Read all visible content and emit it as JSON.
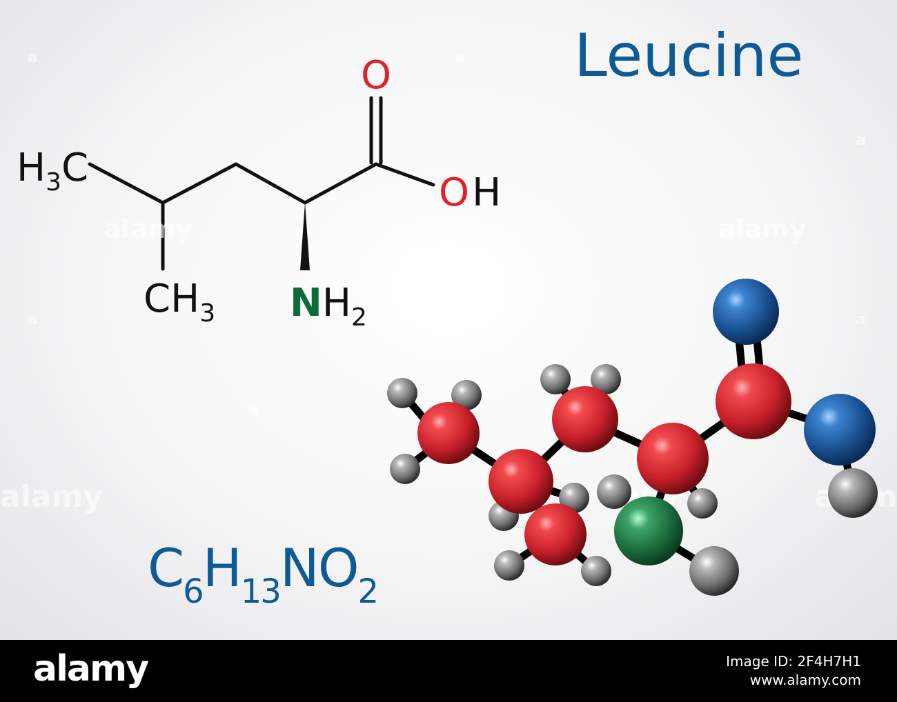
{
  "title": "Leucine",
  "formula": [
    {
      "sym": "C",
      "n": "6"
    },
    {
      "sym": "H",
      "n": "13"
    },
    {
      "sym": "N",
      "n": ""
    },
    {
      "sym": "O",
      "n": "2"
    }
  ],
  "skeletal": {
    "atoms": [
      {
        "id": "o_double",
        "main": "O",
        "sub": "",
        "tail": "",
        "color": "#e0202a"
      },
      {
        "id": "oh",
        "main": "O",
        "sub": "",
        "tail": "H",
        "color": "#e0202a"
      },
      {
        "id": "h3c",
        "main": "H",
        "sub": "3",
        "tail": "C",
        "color": "#111111"
      },
      {
        "id": "ch3",
        "main": "CH",
        "sub": "3",
        "tail": "",
        "color": "#111111"
      },
      {
        "id": "nh2",
        "main": "N",
        "sub": "",
        "tail": "H",
        "sub2": "2",
        "color": "#0c6b3a"
      }
    ]
  },
  "model_colors": {
    "carbon": "#d0232e",
    "hydrogen": "#7a7a7a",
    "oxygen": "#1d5aa3",
    "nitrogen": "#1f7a44",
    "bond": "#000000"
  },
  "watermark": {
    "brand": "alamy",
    "image_id": "Image ID: 2F4H7H1",
    "site": "www.alamy.com"
  }
}
